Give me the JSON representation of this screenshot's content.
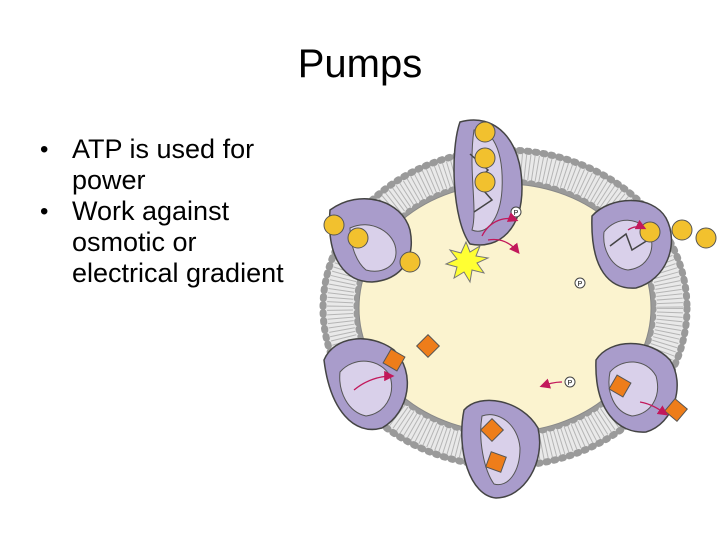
{
  "slide": {
    "title": "Pumps",
    "bullets": [
      "ATP is used for power",
      "Work against osmotic or electrical gradient"
    ]
  },
  "diagram": {
    "phosphate_label": "P",
    "colors": {
      "cytoplasm": "#fbf3cf",
      "membrane_head": "#c8c8c8",
      "pump_protein": "#a99ccb",
      "pump_light": "#d9d0ea",
      "ion_round": "#f2c12e",
      "ion_square": "#ee7d1a",
      "atp_burst": "#ffff33",
      "arrow": "#c2185b"
    }
  }
}
